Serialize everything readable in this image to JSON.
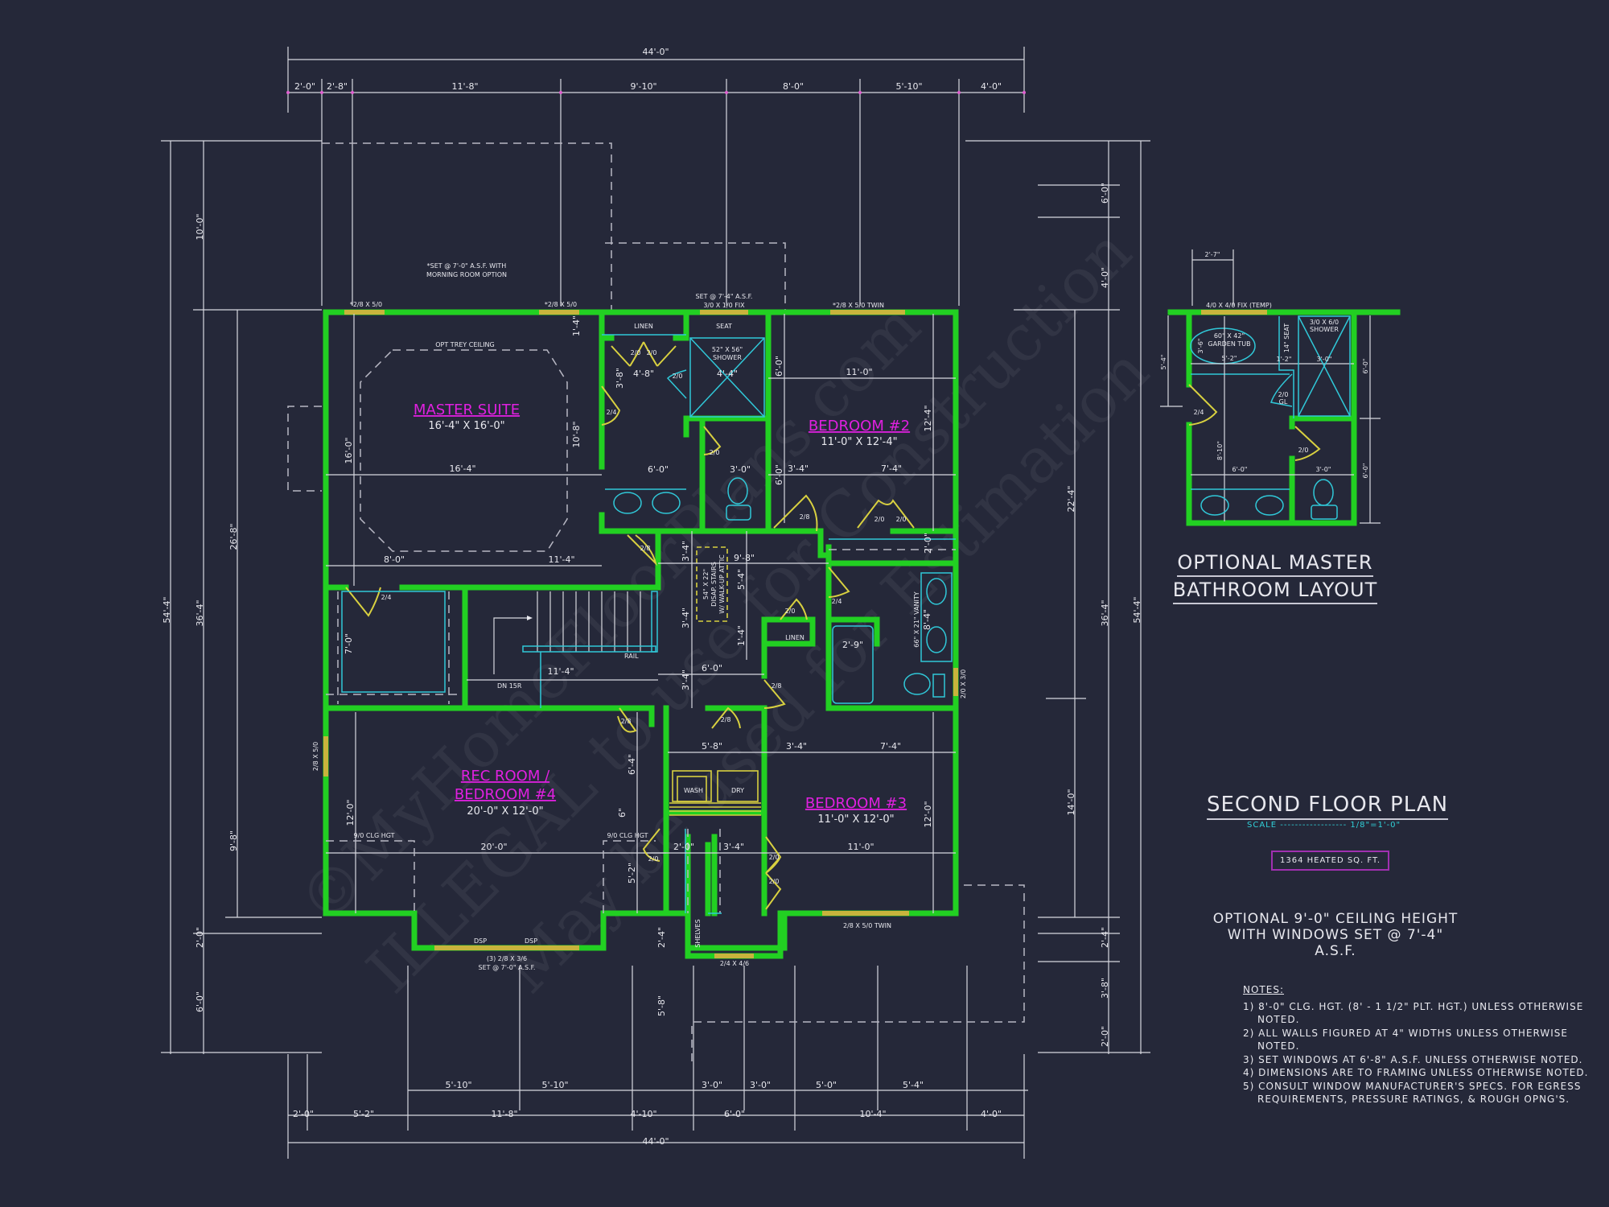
{
  "sheet": {
    "title": "SECOND FLOOR PLAN",
    "scale_label": "SCALE",
    "scale_value": "1/8\"=1'-0\"",
    "heated_sqft": "1364 HEATED SQ. FT.",
    "optional_ceiling_line1": "OPTIONAL 9'-0\" CEILING HEIGHT",
    "optional_ceiling_line2": "WITH WINDOWS SET @ 7'-4\" A.S.F.",
    "watermark_1": "©MyHomeFloorPlans.com",
    "watermark_2": "ILLEGAL to use for Construction",
    "watermark_3": "May be used for Estimation"
  },
  "colors": {
    "background": "#252839",
    "walls": "#22d022",
    "windows": "#c8b43c",
    "doors": "#d8d040",
    "fixtures": "#30c8d8",
    "room_labels": "#e020e0",
    "dimension_ticks": "#e060d0",
    "sqft_box_border": "#a030b0"
  },
  "notes": {
    "heading": "NOTES:",
    "items": [
      "1) 8'-0\" CLG. HGT. (8' - 1 1/2\" PLT. HGT.) UNLESS OTHERWISE NOTED.",
      "2) ALL WALLS FIGURED AT 4\" WIDTHS UNLESS OTHERWISE NOTED.",
      "3) SET WINDOWS AT 6'-8\" A.S.F. UNLESS OTHERWISE NOTED.",
      "4) DIMENSIONS ARE TO FRAMING UNLESS OTHERWISE NOTED.",
      "5) CONSULT WINDOW MANUFACTURER'S SPECS. FOR EGRESS REQUIREMENTS, PRESSURE RATINGS, & ROUGH OPNG'S."
    ]
  },
  "optional_master_bath": {
    "title_line1": "OPTIONAL MASTER",
    "title_line2": "BATHROOM LAYOUT",
    "window": "4/0 X 4/0 FIX (TEMP)",
    "tub": "60\" X 42\"",
    "tub_label": "GARDEN TUB",
    "tub_width": "5'-2\"",
    "tub_depth": "3'-6\"",
    "seat": "14\" SEAT",
    "seat_dim": "1'-2\"",
    "shower": "3/0 X 6/0",
    "shower_label": "SHOWER",
    "shower_width": "3'-0\"",
    "door_main": "2/4",
    "door_shower": "2/0",
    "door_shower_note": "GL",
    "door_wc": "2/0",
    "vanity_width": "6'-0\"",
    "wc_width": "3'-0\"",
    "depth": "8'-10\"",
    "top_dim": "2'-7\"",
    "left_dim": "5'-4\"",
    "right_dim_1": "6'-0\"",
    "right_dim_2": "6'-0\""
  },
  "rooms": {
    "master_suite": {
      "name": "MASTER SUITE",
      "size": "16'-4\" X 16'-0\"",
      "ceiling": "OPT TREY CEILING",
      "width_dim": "16'-4\"",
      "depth_dim": "16'-0\""
    },
    "bedroom_2": {
      "name": "BEDROOM #2",
      "size": "11'-0\" X 12'-4\"",
      "width_dim": "11'-0\"",
      "depth_dim": "12'-4\"",
      "closet_1": "3'-4\"",
      "closet_2": "7'-4\""
    },
    "bedroom_3": {
      "name": "BEDROOM #3",
      "size": "11'-0\" X 12'-0\"",
      "width_dim": "11'-0\"",
      "depth_dim": "12'-0\"",
      "closet_1": "3'-4\"",
      "closet_2": "7'-4\""
    },
    "rec_room": {
      "name_line1": "REC ROOM /",
      "name_line2": "BEDROOM #4",
      "size": "20'-0\" X 12'-0\"",
      "width_dim": "20'-0\"",
      "depth_dim": "12'-0\"",
      "clg_left": "9/0 CLG HGT",
      "clg_right": "9/0 CLG HGT"
    },
    "master_bath": {
      "linen": "LINEN",
      "seat": "SEAT",
      "shower": "52\" X 56\"",
      "shower_label": "SHOWER",
      "shower_width": "4'-4\"",
      "linen_width": "4'-8\"",
      "linen_depth": "3'-8\"",
      "vanity_width": "6'-0\"",
      "wc_width": "3'-0\"",
      "depth": "10'-8\"",
      "top": "1'-4\""
    },
    "hall_bath": {
      "vanity": "66\" X 21\" VANITY",
      "tub_width": "2'-9\"",
      "depth": "8'-4\"",
      "linen": "LINEN"
    },
    "laundry": {
      "wash": "WASH",
      "dry": "DRY",
      "width": "5'-8\""
    },
    "stairs": {
      "direction": "DN 15R",
      "rail": "RAIL",
      "run": "11'-4\""
    },
    "attic": {
      "line1": "54\" X 22\"",
      "line2": "DISAP. STAIRS",
      "line3": "W/ WALK-UP ATTIC"
    },
    "closet": {
      "shelves": "SHELVES",
      "depth": "7'-0\""
    }
  },
  "windows": {
    "mbr_1": "*2/8 X 5/0",
    "mbr_2": "*2/8 X 5/0",
    "morning_room_note_1": "*SET @ 7'-0\" A.S.F. WITH",
    "morning_room_note_2": "MORNING ROOM OPTION",
    "bath_fix_note": "SET @ 7'-4\" A.S.F.",
    "bath_fix": "3/0 X 1/0 FIX",
    "bed2_twin": "*2/8 X 5/0 TWIN",
    "rec_side": "2/8 X 5/0",
    "rec_front_1": "(3) 2/8 X 3/6",
    "rec_front_2": "SET @ 7'-0\" A.S.F.",
    "rec_dsp_1": "DSP",
    "rec_dsp_2": "DSP",
    "bed3_twin": "2/8 X 5/0 TWIN",
    "closet_small": "2/4 X 4/6",
    "hall_bath": "2/0 X 3/0"
  },
  "doors": {
    "mb_linen_1": "2/0",
    "mb_linen_2": "2/0",
    "mb_shower": "2/0",
    "mb_shower_gl": "GL",
    "mb_entry": "2/4",
    "mb_wc": "2/0",
    "mb_hall": "2/8",
    "bed2_entry": "2/8",
    "bed2_closet_1": "2/0",
    "bed2_closet_2": "2/0",
    "mbr_closet": "2/4",
    "hall_bath": "2/4",
    "hall_linen": "2/0",
    "hall_bath_2": "2/8",
    "rec": "2/8",
    "laundry": "2/8",
    "closet_1": "2/0",
    "bed3_closet_1": "2/0",
    "bed3_closet_2": "2/0"
  },
  "dimensions": {
    "top_overall": "44'-0\"",
    "top": [
      "2'-0\"",
      "2'-8\"",
      "11'-8\"",
      "9'-10\"",
      "8'-0\"",
      "5'-10\"",
      "4'-0\""
    ],
    "bottom_overall": "44'-0\"",
    "bottom_inner": [
      "5'-10\"",
      "5'-10\"",
      "3'-0\"",
      "3'-0\"",
      "5'-0\"",
      "5'-4\""
    ],
    "bottom": [
      "2'-0\"",
      "5'-2\"",
      "11'-8\"",
      "4'-10\"",
      "6'-0\"",
      "10'-4\"",
      "4'-0\""
    ],
    "left_overall": "54'-4\"",
    "left": [
      "10'-0\"",
      "36'-4\"",
      "2'-0\"",
      "6'-0\""
    ],
    "left_inner": [
      "26'-8\"",
      "9'-8\""
    ],
    "right_overall": "54'-4\"",
    "right": [
      "6'-0\"",
      "4'-0\"",
      "36'-4\"",
      "2'-4\"",
      "3'-8\"",
      "2'-0\""
    ],
    "right_inner": [
      "22'-4\"",
      "14'-0\""
    ],
    "interior": {
      "mbr_8": "8'-0\"",
      "hall_11_4": "11'-4\"",
      "hall_3_4a": "3'-4\"",
      "hall_3_4b": "3'-4\"",
      "hall_3_4c": "3'-4\"",
      "hall_9_8": "9'-8\"",
      "hall_5_4": "5'-4\"",
      "hall_1_4": "1'-4\"",
      "hall_6_0": "6'-0\"",
      "rec_6_4": "6'-4\"",
      "rec_5_2": "5'-2\"",
      "rec_6": "6\"",
      "cl_2_0": "2'-0\"",
      "cl_3_4": "3'-4\"",
      "bath_2_4": "2'-4\"",
      "bath_5_8": "5'-8\"",
      "bed2_6_0a": "6'-0\"",
      "bed2_6_0b": "6'-0\"",
      "bed2_2_0": "2'-0\""
    }
  }
}
